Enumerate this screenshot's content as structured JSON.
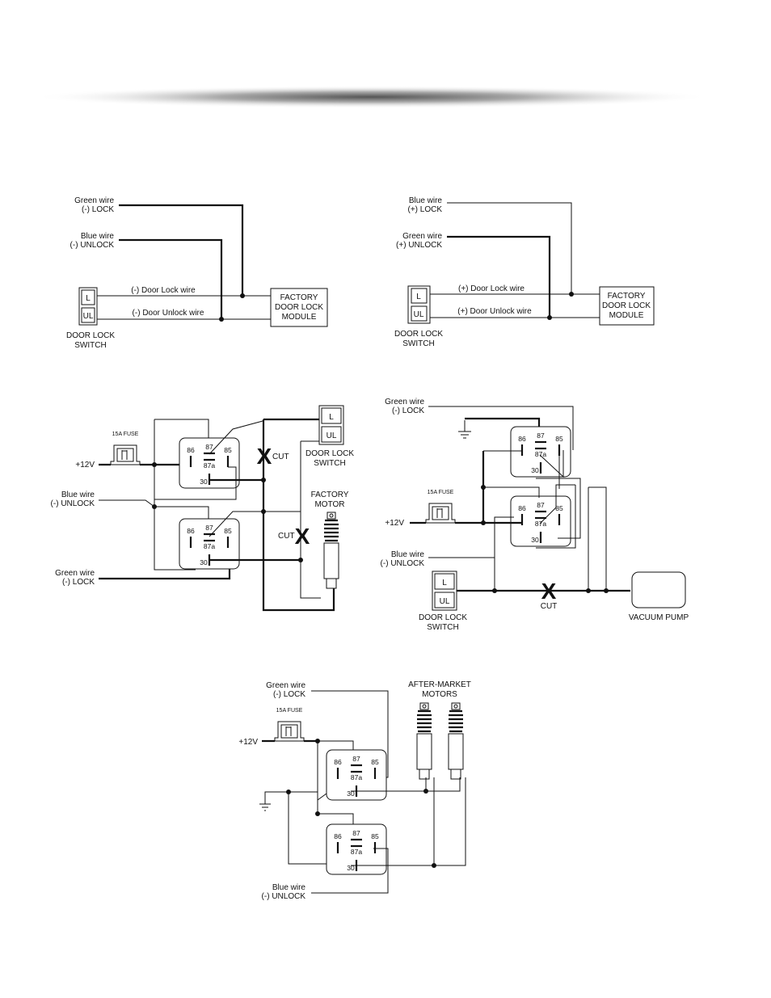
{
  "diagram1": {
    "green_wire": "Green wire",
    "green_fn": "(-) LOCK",
    "blue_wire": "Blue wire",
    "blue_fn": "(-) UNLOCK",
    "lock_wire": "(-) Door Lock wire",
    "unlock_wire": "(-) Door Unlock wire",
    "switch_l": "L",
    "switch_ul": "UL",
    "switch_label_1": "DOOR LOCK",
    "switch_label_2": "SWITCH",
    "module_1": "FACTORY",
    "module_2": "DOOR LOCK",
    "module_3": "MODULE"
  },
  "diagram2": {
    "blue_wire": "Blue wire",
    "blue_fn": "(+) LOCK",
    "green_wire": "Green wire",
    "green_fn": "(+) UNLOCK",
    "lock_wire": "(+) Door Lock wire",
    "unlock_wire": "(+) Door Unlock wire",
    "switch_l": "L",
    "switch_ul": "UL",
    "switch_label_1": "DOOR LOCK",
    "switch_label_2": "SWITCH",
    "module_1": "FACTORY",
    "module_2": "DOOR LOCK",
    "module_3": "MODULE"
  },
  "diagram3": {
    "fuse": "15A FUSE",
    "power": "+12V",
    "blue_wire": "Blue wire",
    "blue_fn": "(-) UNLOCK",
    "green_wire": "Green wire",
    "green_fn": "(-) LOCK",
    "cut1": "CUT",
    "cut2": "CUT",
    "switch_l": "L",
    "switch_ul": "UL",
    "switch_label_1": "DOOR LOCK",
    "switch_label_2": "SWITCH",
    "motor_1": "FACTORY",
    "motor_2": "MOTOR",
    "pins": [
      "86",
      "87",
      "85",
      "87a",
      "30"
    ]
  },
  "diagram4": {
    "green_wire": "Green wire",
    "green_fn": "(-) LOCK",
    "fuse": "15A FUSE",
    "power": "+12V",
    "blue_wire": "Blue wire",
    "blue_fn": "(-) UNLOCK",
    "switch_l": "L",
    "switch_ul": "UL",
    "switch_label_1": "DOOR LOCK",
    "switch_label_2": "SWITCH",
    "cut": "CUT",
    "pump": "VACUUM PUMP",
    "pins": [
      "86",
      "87",
      "85",
      "87a",
      "30"
    ]
  },
  "diagram5": {
    "green_wire": "Green wire",
    "green_fn": "(-) LOCK",
    "motors_1": "AFTER-MARKET",
    "motors_2": "MOTORS",
    "fuse": "15A FUSE",
    "power": "+12V",
    "blue_wire": "Blue wire",
    "blue_fn": "(-) UNLOCK",
    "pins": [
      "86",
      "87",
      "85",
      "87a",
      "30"
    ]
  }
}
